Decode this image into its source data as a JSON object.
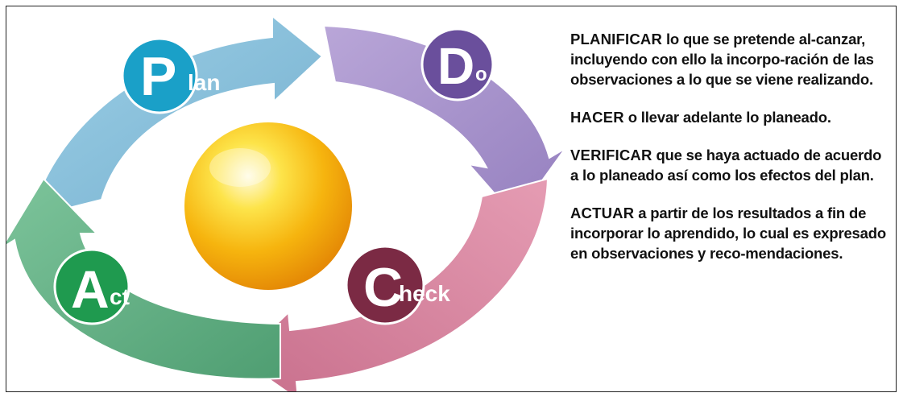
{
  "diagram": {
    "stages": [
      {
        "id": "plan",
        "initial": "P",
        "suffix": "lan",
        "color": "#1aa0c8",
        "arrow_color": "#8fc3dc"
      },
      {
        "id": "do",
        "initial": "D",
        "suffix": "o",
        "color": "#6a4f9c",
        "arrow_color": "#ab94cc"
      },
      {
        "id": "check",
        "initial": "C",
        "suffix": "heck",
        "color": "#7b2a44",
        "arrow_color": "#d98aa2"
      },
      {
        "id": "act",
        "initial": "A",
        "suffix": "ct",
        "color": "#1f9a4f",
        "arrow_color": "#6fb68c"
      }
    ],
    "center_color": "#f7c412"
  },
  "descriptions": [
    {
      "keyword": "PLANIFICAR",
      "text": " lo que se pretende al-canzar, incluyendo con ello la incorpo-ración de las observaciones a lo que se viene realizando."
    },
    {
      "keyword": "HACER",
      "text": " o llevar adelante lo planeado."
    },
    {
      "keyword": "VERIFICAR",
      "text": " que se haya actuado de acuerdo a lo planeado así como los efectos del plan."
    },
    {
      "keyword": "ACTUAR",
      "text": " a partir de los resultados a fin de incorporar lo aprendido, lo cual es expresado en observaciones y reco-mendaciones."
    }
  ]
}
